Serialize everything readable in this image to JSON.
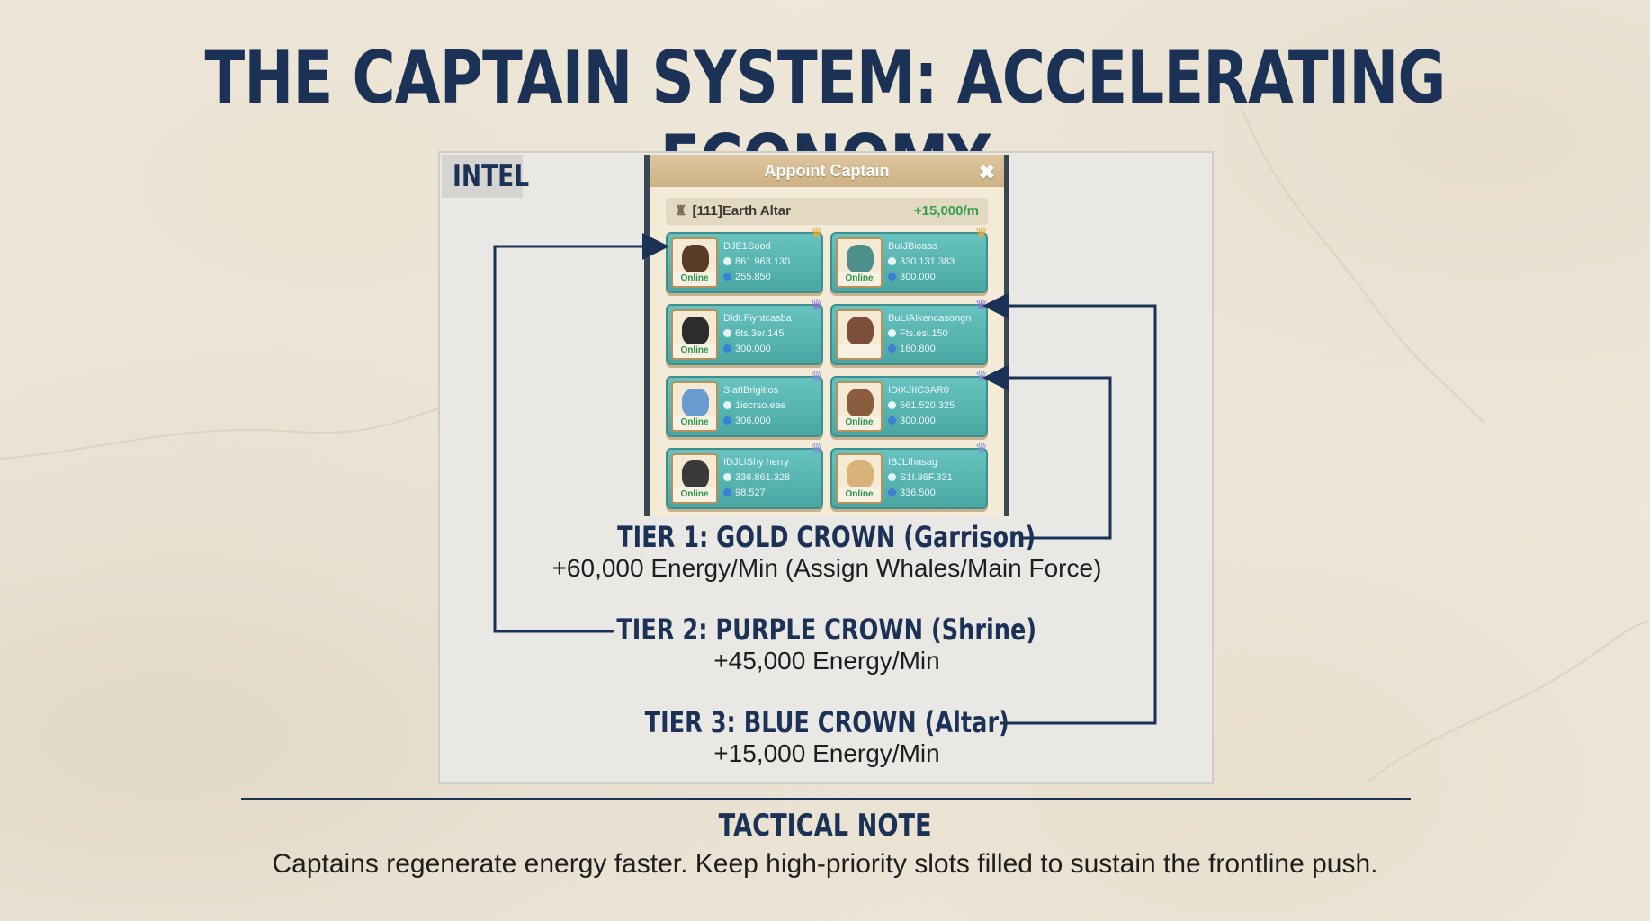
{
  "title": "THE CAPTAIN SYSTEM: ACCELERATING ECONOMY",
  "panel": {
    "tag": "INTEL",
    "game": {
      "dialog_title": "Appoint Captain",
      "close_glyph": "✖",
      "location": "[111]Earth Altar",
      "location_rate": "+15,000/m",
      "cards": [
        {
          "name": "DJE1Sood",
          "power": "861.963.130",
          "energy": "255.850",
          "status": "Online",
          "crown": "gold",
          "face": "#5a3b28"
        },
        {
          "name": "BuIJBicaas",
          "power": "330.131.383",
          "energy": "300.000",
          "status": "Online",
          "crown": "gold",
          "face": "#4d8f8a"
        },
        {
          "name": "Dldt.Fiyntcasba",
          "power": "6ts.3er.145",
          "energy": "300.000",
          "status": "Online",
          "crown": "purple",
          "face": "#2c2c2c"
        },
        {
          "name": "BuLIAIkencasongn",
          "power": "Fts.esi.150",
          "energy": "160.800",
          "status": "",
          "crown": "purple",
          "face": "#7c4f3a"
        },
        {
          "name": "SlatIBrigitlos",
          "power": "1iecrso.eae",
          "energy": "306.000",
          "status": "Online",
          "crown": "blue",
          "face": "#6a9bd0"
        },
        {
          "name": "IDiXJIIC3AR0",
          "power": "561.520.325",
          "energy": "300.000",
          "status": "Online",
          "crown": "blue",
          "face": "#8a5d3e"
        },
        {
          "name": "IDJLIShy herry",
          "power": "336.861.328",
          "energy": "98.527",
          "status": "Online",
          "crown": "blue",
          "face": "#3a3a3a"
        },
        {
          "name": "IBJLIhasag",
          "power": "S1I.36F.331",
          "energy": "336.500",
          "status": "Online",
          "crown": "blue",
          "face": "#d9b27a"
        }
      ]
    },
    "tiers": [
      {
        "heading": "TIER 1: GOLD CROWN (Garrison)",
        "detail": "+60,000 Energy/Min (Assign Whales/Main Force)"
      },
      {
        "heading": "TIER 2: PURPLE CROWN (Shrine)",
        "detail": "+45,000 Energy/Min"
      },
      {
        "heading": "TIER 3: BLUE CROWN (Altar)",
        "detail": "+15,000 Energy/Min"
      }
    ]
  },
  "note": {
    "heading": "TACTICAL NOTE",
    "text": "Captains regenerate energy faster. Keep high-priority slots filled to sustain the frontline push."
  },
  "colors": {
    "navy": "#1b3156",
    "teal_card": "#4aa7a4",
    "gold_crown": "#e5a82a",
    "purple_crown": "#8c6ad6",
    "blue_crown": "#7c93d6",
    "rate_green": "#33a14b"
  }
}
